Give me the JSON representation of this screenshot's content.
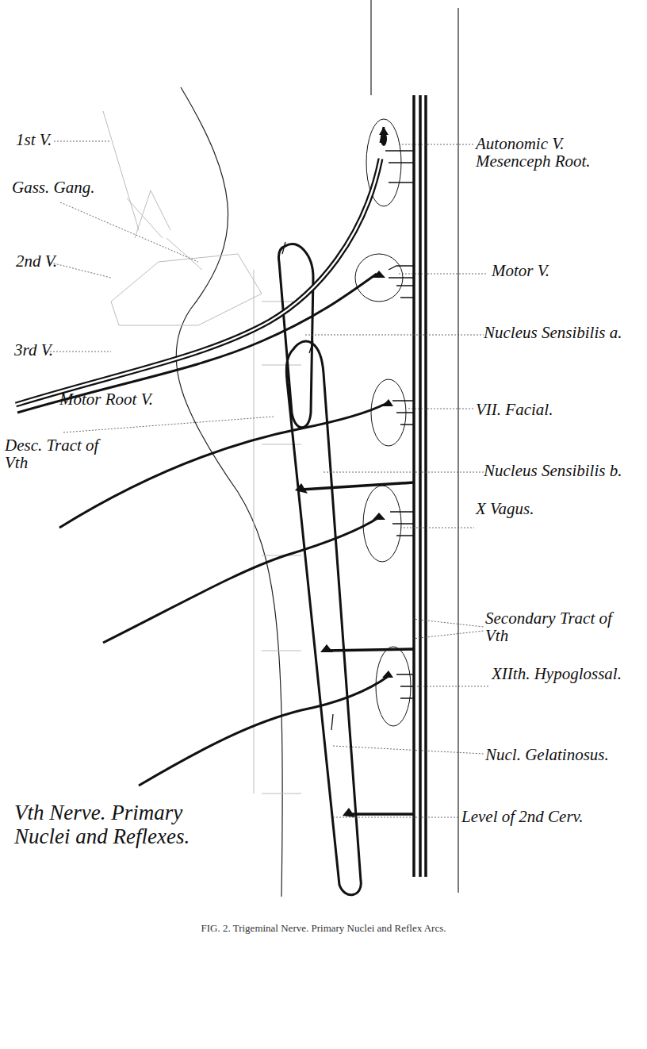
{
  "diagram": {
    "title": "Vth Nerve. Primary Nuclei and Reflexes.",
    "caption": "FIG. 2. Trigeminal Nerve. Primary Nuclei and Reflex Arcs.",
    "labels": [
      "1st V.",
      "Gass. Gang.",
      "2nd V.",
      "3rd V.",
      "Motor Root V.",
      "Desc. Tract of Vth",
      "Autonomic V. Mesenceph Root.",
      "Motor V.",
      "Nucleus Sensibilis a.",
      "VII. Facial.",
      "Nucleus Sensibilis b.",
      "X Vagus.",
      "Secondary Tract of Vth",
      "XIIth. Hypoglossal.",
      "Nucl. Gelatinosus.",
      "Level of 2nd Cerv."
    ]
  }
}
